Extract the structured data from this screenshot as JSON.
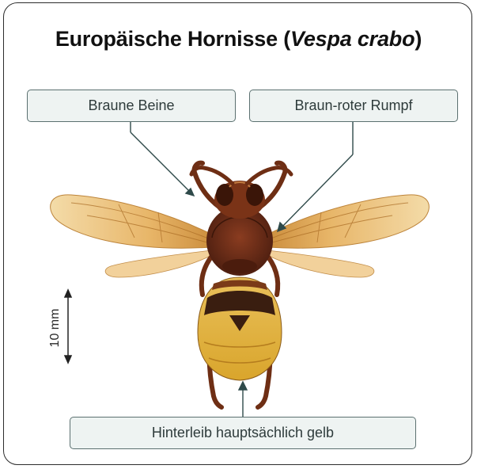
{
  "title": {
    "common_name": "Europäische Hornisse (",
    "scientific_name": "Vespa crabo",
    "closing": ")"
  },
  "labels": {
    "legs": "Braune Beine",
    "thorax": "Braun-roter Rumpf",
    "abdomen": "Hinterleib hauptsächlich gelb"
  },
  "scale_bar": {
    "text": "10 mm"
  },
  "colors": {
    "label_fill": "#eef3f2",
    "label_border": "#5b7070",
    "pointer_line": "#2f4a4a",
    "wing": "#e8b867",
    "thorax": "#6a2d18",
    "abdomen_yellow": "#e2b33a",
    "abdomen_band": "#3a1e10"
  }
}
